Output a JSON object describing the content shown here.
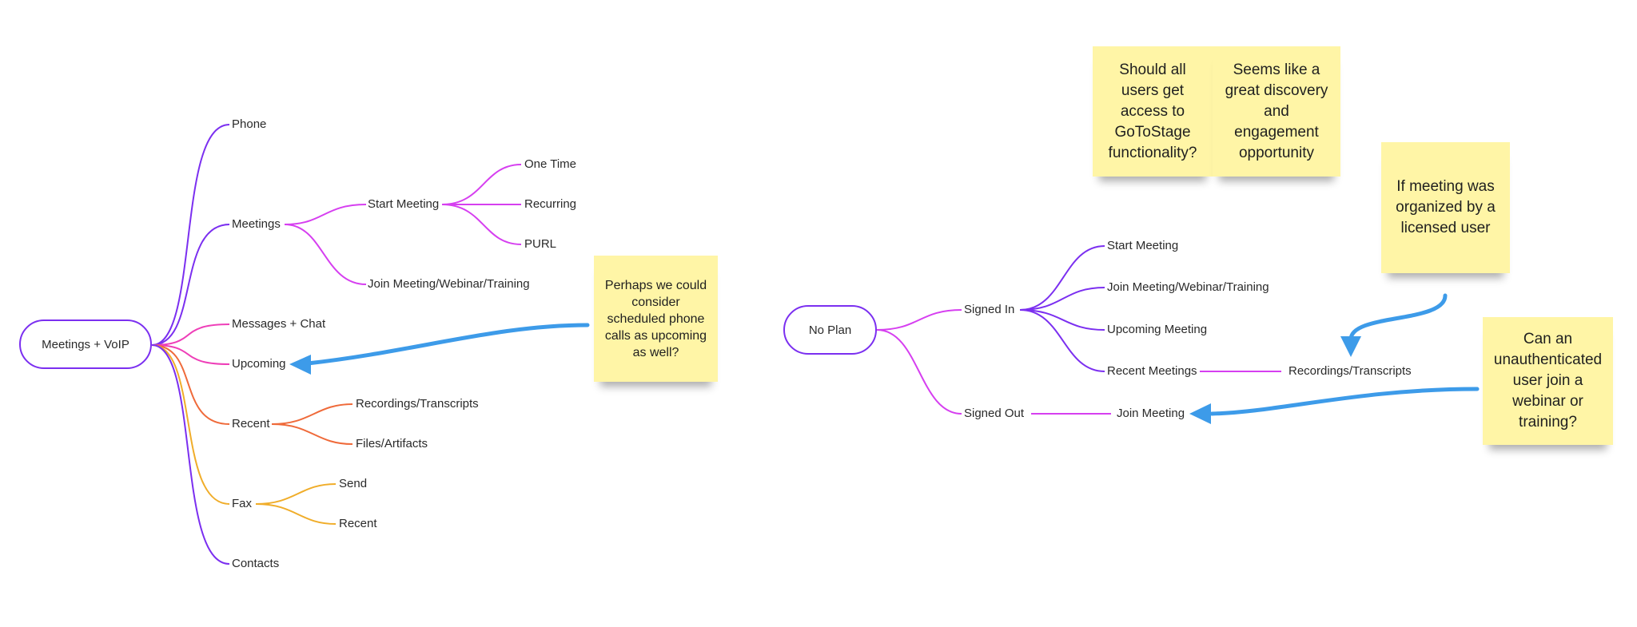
{
  "left_map": {
    "root": "Meetings + VoIP",
    "phone": "Phone",
    "meetings": "Meetings",
    "start_meeting": "Start Meeting",
    "one_time": "One Time",
    "recurring": "Recurring",
    "purl": "PURL",
    "join_meeting": "Join Meeting/Webinar/Training",
    "messages_chat": "Messages + Chat",
    "upcoming": "Upcoming",
    "recent": "Recent",
    "recordings": "Recordings/Transcripts",
    "files": "Files/Artifacts",
    "fax": "Fax",
    "send": "Send",
    "fax_recent": "Recent",
    "contacts": "Contacts"
  },
  "right_map": {
    "root": "No Plan",
    "signed_in": "Signed In",
    "start_meeting": "Start Meeting",
    "join_meeting": "Join Meeting/Webinar/Training",
    "upcoming_meeting": "Upcoming Meeting",
    "recent_meetings": "Recent Meetings",
    "recordings": "Recordings/Transcripts",
    "signed_out": "Signed Out",
    "join_meeting_out": "Join Meeting"
  },
  "stickies": {
    "phone_calls": "Perhaps we could consider scheduled phone calls as upcoming as well?",
    "gotostage": "Should all users get access to GoToStage functionality?",
    "discovery": "Seems like a great discovery and engagement opportunity",
    "licensed": "If meeting was organized by a licensed user",
    "unauthenticated": "Can an unauthenticated user join a webinar or training?"
  },
  "colors": {
    "purple": "#7b2ff0",
    "magenta": "#d63ff0",
    "pink": "#ee3fb8",
    "orange": "#ef6a3a",
    "amber": "#f0ad2a",
    "arrow_blue": "#3d9be9",
    "sticky_yellow": "#fff5a6"
  }
}
